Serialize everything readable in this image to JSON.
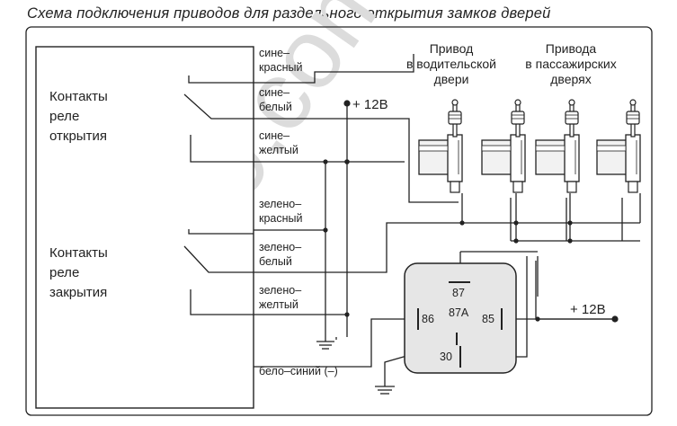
{
  "title": "Схема подключения приводов для раздельного открытия замков дверей",
  "watermark": "130.com",
  "relays": {
    "open": [
      "Контакты",
      "реле",
      "открытия"
    ],
    "close": [
      "Контакты",
      "реле",
      "закрытия"
    ]
  },
  "wires": [
    [
      "сине–",
      "красный"
    ],
    [
      "сине–",
      "белый"
    ],
    [
      "сине–",
      "желтый"
    ],
    [
      "зелено–",
      "красный"
    ],
    [
      "зелено–",
      "белый"
    ],
    [
      "зелено–",
      "желтый"
    ]
  ],
  "ground_wire": "бело–синий (–)",
  "power_top": "+ 12В",
  "power_right": "+ 12В",
  "driver_actuator": [
    "Привод",
    "в водительской",
    "двери"
  ],
  "passenger_actuators": [
    "Привода",
    "в пассажирских",
    "дверях"
  ],
  "relay_pins": {
    "p87": "87",
    "p86": "86",
    "p87a": "87A",
    "p85": "85",
    "p30": "30"
  },
  "colors": {
    "line": "#222222",
    "relay_fill": "#e6e6e6",
    "watermark": "#d9d9d9"
  }
}
